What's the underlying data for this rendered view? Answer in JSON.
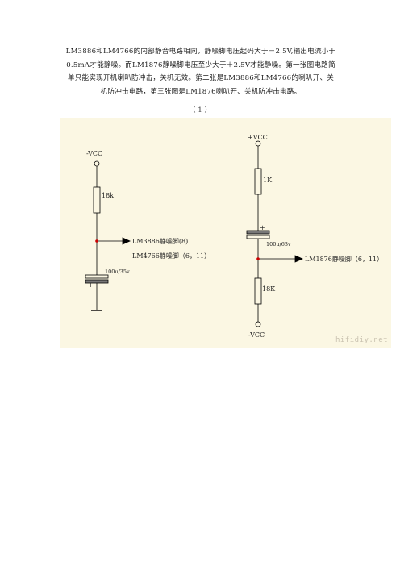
{
  "text": {
    "lines": [
      "LM3886和LM4766的内部静音电路相同，静噪脚电压起码大于－2.5V,输出电流小于",
      "0.5mA才能静噪。而LM1876静噪脚电压至少大于＋2.5V才能静噪。第一张图电路简",
      "单只能实现开机喇叭防冲击，关机无效。第二张是LM3886和LM4766的喇叭开、关",
      "机防冲击电路，第三张图是LM1876喇叭开、关机防冲击电路。"
    ],
    "caption": "（ 1 ）"
  },
  "figure": {
    "left": {
      "vcc": "-VCC",
      "resistor": "18k",
      "capacitor": "100u/35v",
      "cap_plus": "+",
      "out1": "LM3886静噪脚(8)",
      "out2": "LM4766静噪脚（6，11）"
    },
    "right": {
      "vcc_top": "+VCC",
      "resistor_top": "1K",
      "capacitor": "100u/63v",
      "cap_plus": "+",
      "resistor_bottom": "18K",
      "vcc_bottom": "-VCC",
      "out": "LM1876静噪脚（6，11）"
    },
    "watermark": "hifidiy.net",
    "colors": {
      "wire": "#000000",
      "node": "#cc0000",
      "background": "#fbf7e3"
    }
  }
}
